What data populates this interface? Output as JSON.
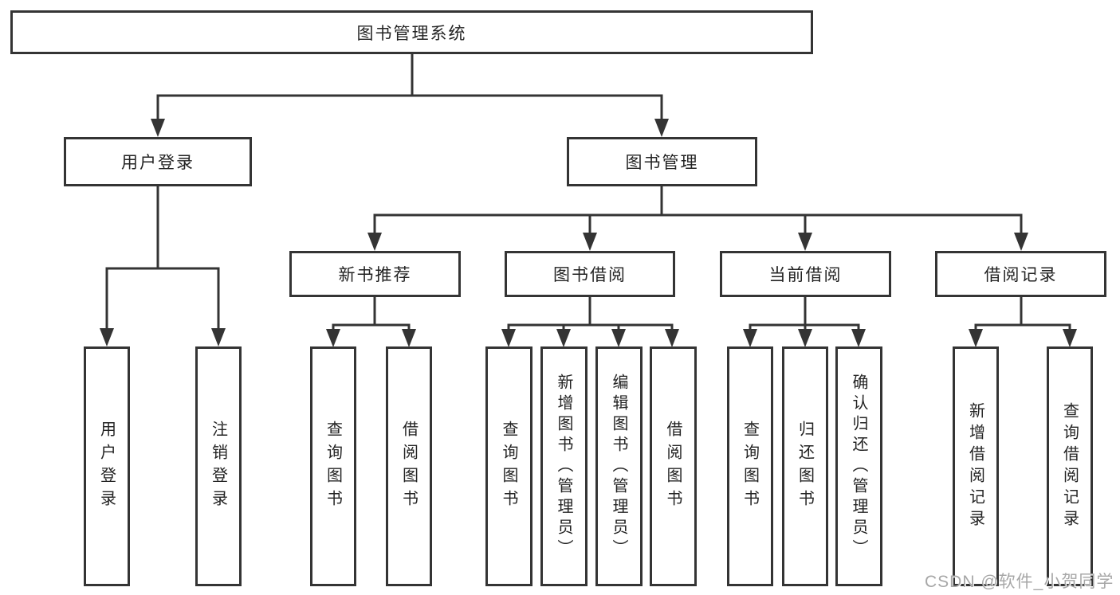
{
  "diagram": {
    "tree": {
      "root": {
        "label": "图书管理系统"
      },
      "level2": [
        {
          "label": "用户登录",
          "children": [
            {
              "label": "用户登录"
            },
            {
              "label": "注销登录"
            }
          ]
        },
        {
          "label": "图书管理",
          "children": [
            {
              "label": "新书推荐",
              "children": [
                {
                  "label": "查询图书"
                },
                {
                  "label": "借阅图书"
                }
              ]
            },
            {
              "label": "图书借阅",
              "children": [
                {
                  "label": "查询图书"
                },
                {
                  "label": "新增图书（管理员）"
                },
                {
                  "label": "编辑图书（管理员）"
                },
                {
                  "label": "借阅图书"
                }
              ]
            },
            {
              "label": "当前借阅",
              "children": [
                {
                  "label": "查询图书"
                },
                {
                  "label": "归还图书"
                },
                {
                  "label": "确认归还（管理员）"
                }
              ]
            },
            {
              "label": "借阅记录",
              "children": [
                {
                  "label": "新增借阅记录"
                },
                {
                  "label": "查询借阅记录"
                }
              ]
            }
          ]
        }
      ]
    },
    "colors": {
      "line": "#343434",
      "box_border": "#343434",
      "box_fill": "#ffffff",
      "text": "#232323",
      "background": "#ffffff",
      "watermark": "#a7a7a7"
    }
  },
  "watermark": {
    "text": "CSDN @软件_小贺同学"
  }
}
